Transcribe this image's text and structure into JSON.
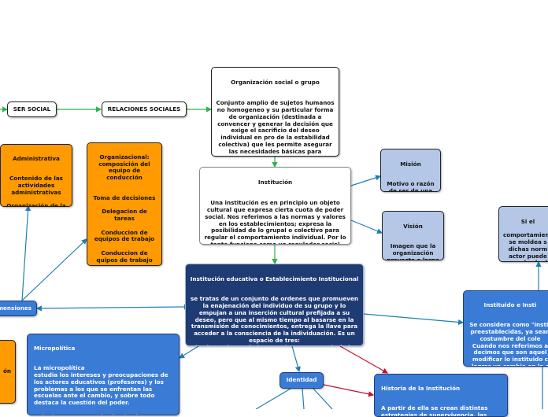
{
  "colors": {
    "green_connector": "#2db34a",
    "blue_connector": "#1f7fb5",
    "red_connector": "#c8102e",
    "orange_node": "#ff9a00",
    "dark_blue_node": "#1f3b73",
    "mid_blue_node": "#3a7bd5",
    "light_blue_node": "#b4c7e7"
  },
  "nodes": {
    "ser_social": {
      "title": "SER SOCIAL"
    },
    "relaciones_sociales": {
      "title": "RELACIONES SOCIALES"
    },
    "organizacion_social": {
      "title": "Organización social o grupo",
      "body": "Conjunto amplio de sujetos humanos no homogeneo y su particular forma de organización (destinada a convencer y generar la decisión que exige el sacrificio del deseo individual en pro de la estabilidad colectiva) que les permite asegurar las necesidades básicas para subsistir: abrigo, alimento, cuidado, afecto."
    },
    "institucion": {
      "title": "Institución",
      "body": "Una institución es en principio un objeto cultural que expresa cierta cuota de poder social. Nos referimos a las normas y valores en los establecimientos; expresa la posibilidad de lo grupal o colectivo para regular el comportamiento individual. Por lo tanto funciona como un regulador social interno."
    },
    "mision": {
      "title": "Misión",
      "body": "Motivo o razón de ser de una institución"
    },
    "vision": {
      "title": "Visión",
      "body": "Imagen que la organización proyecta a largo plazo"
    },
    "administrativa": {
      "title": "Administrativa",
      "body": "Contenido de las actividades administrativas\n\nOrganización de la administración"
    },
    "organizacional": {
      "title": "Organizacional: composición del equipo de conducción",
      "body": "Toma de decisiones\n\nDelegacion de tareas\n\nConduccion de equipos de trabajo\n\nConduccion de quipos de trabajo\n\nSupervision"
    },
    "dimensiones": {
      "title": "mensiones"
    },
    "institucion_educativa": {
      "title": "Institución educativa o Establecimiento Institucional",
      "body": "se tratas de un conjunto de ordenes que promueven la enajenación del individuo de su grupo y lo empujan a una inserción cultural prefijada a su deseo, pero que al mismo tiempo al basarse en la transmisión de conocimientos, entrega la llave para acceder a la consciencia de la individuación. Es un espacio de tres:\nEl sujeto, el conocimiento y el otro que es el vértice de una relación de confrontación."
    },
    "micropolitica": {
      "title": "Micropolítica",
      "body": "La micropolítica\nestudia los intereses y preocupaciones de los actores educativos (profesores) y los problemas a los que se enfrentan las escuelas ante el cambio, y sobre todo destaca la cuestión del poder.\n\nAsí, planteamos que las instituciones sociales, como la educativa, no son espacios"
    },
    "identidad": {
      "title": "Identidad"
    },
    "historia": {
      "title": "Historia de la Institución",
      "body": "A partir de ella se crean distintas estrategias de supervivencia, las instituciones se adaptan y fortifican"
    },
    "instituido": {
      "title": "Instituido e Insti",
      "body": "Se considera como \"instit preestablecidas, ya sean costumbre del cole Cuando nos referimos a decimos que son aquel modificar lo instituido c lograr un cambio en lo c equivoca"
    },
    "si_el_comportamiento": {
      "title": "Si el",
      "body": "comportamiento se moldea s dichas norm actor puede expulsado d grupo"
    },
    "orange_left_fragment": {
      "title": "ón"
    }
  }
}
